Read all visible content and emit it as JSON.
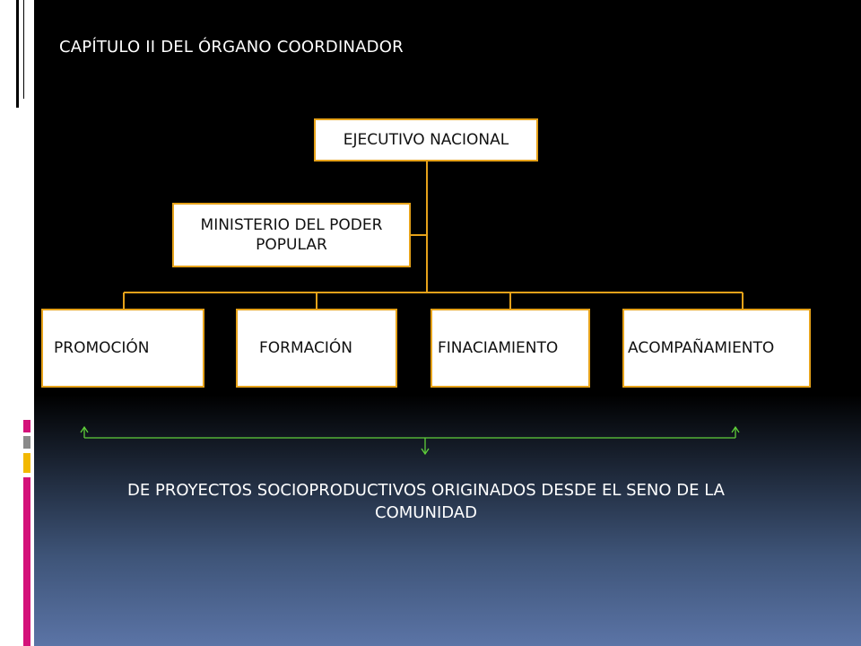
{
  "title": "CAPÍTULO II DEL ÓRGANO COORDINADOR",
  "org": {
    "root": "EJECUTIVO NACIONAL",
    "side": "MINISTERIO DEL PODER POPULAR",
    "children": [
      "PROMOCIÓN",
      "FORMACIÓN",
      "FINACIAMIENTO",
      "ACOMPAÑAMIENTO"
    ]
  },
  "note": "DE PROYECTOS SOCIOPRODUCTIVOS ORIGINADOS DESDE EL SENO DE LA COMUNIDAD",
  "colors": {
    "connector": "#e6a21a",
    "arrow": "#5fcf3a",
    "accent_magenta": "#d4127a",
    "accent_gray": "#8a8a8a",
    "accent_yellow": "#f2b800"
  }
}
